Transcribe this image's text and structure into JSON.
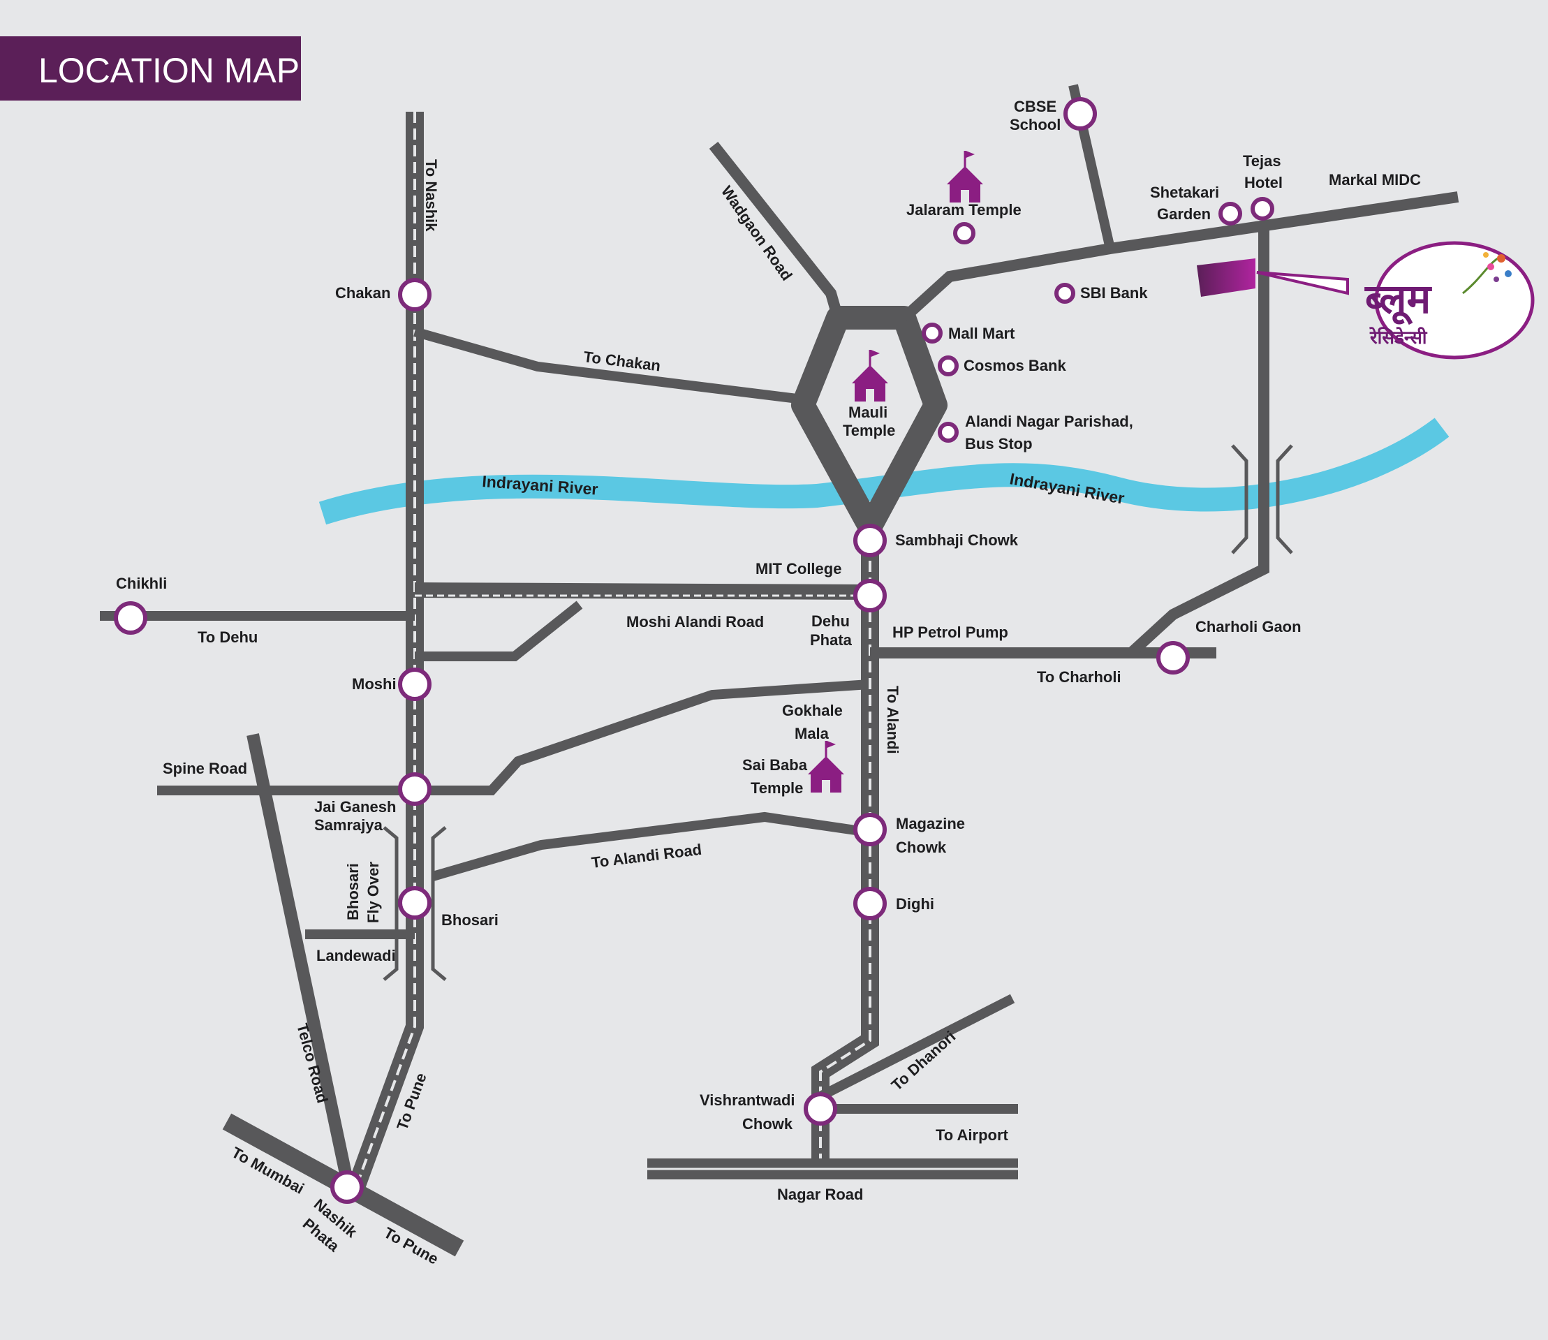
{
  "header": {
    "title": "LOCATION MAP"
  },
  "colors": {
    "background": "#e6e7e9",
    "header_bg": "#5b1f58",
    "road": "#58585a",
    "river": "#5bc8e3",
    "marker_ring": "#7d2a7a",
    "temple": "#8b1e82"
  },
  "river": {
    "label_left": "Indrayani  River",
    "label_right": "Indrayani River"
  },
  "roads": {
    "to_nashik": "To Nashik",
    "wadgaon_road": "Wadgaon Road",
    "to_chakan": "To Chakan",
    "to_dehu": "To Dehu",
    "moshi_alandi_road": "Moshi Alandi Road",
    "to_alandi": "To Alandi",
    "to_charholi": "To Charholi",
    "spine_road": "Spine Road",
    "to_alandi_road": "To Alandi Road",
    "bhosari_flyover_1": "Bhosari",
    "bhosari_flyover_2": "Fly Over",
    "telco_road": "Telco Road",
    "to_pune_vertical": "To Pune",
    "to_mumbai": "To Mumbai",
    "to_pune_diagonal": "To Pune",
    "to_dhanori": "To Dhanori",
    "to_airport": "To Airport",
    "nagar_road": "Nagar Road",
    "markal_midc": "Markal MIDC"
  },
  "places": {
    "cbse_1": "CBSE",
    "cbse_2": "School",
    "jalaram": "Jalaram Temple",
    "shetakari_1": "Shetakari",
    "shetakari_2": "Garden",
    "tejas_1": "Tejas",
    "tejas_2": "Hotel",
    "sbi": "SBI Bank",
    "mall_mart": "Mall Mart",
    "cosmos": "Cosmos Bank",
    "alandi_np_1": "Alandi Nagar Parishad,",
    "alandi_np_2": "Bus Stop",
    "mauli_1": "Mauli",
    "mauli_2": "Temple",
    "chakan": "Chakan",
    "sambhaji": "Sambhaji Chowk",
    "mit": "MIT College",
    "chikhli": "Chikhli",
    "dehu_phata_1": "Dehu",
    "dehu_phata_2": "Phata",
    "hp_pump": "HP Petrol Pump",
    "charholi_gaon": "Charholi Gaon",
    "moshi": "Moshi",
    "gokhale_1": "Gokhale",
    "gokhale_2": "Mala",
    "saibaba_1": "Sai Baba",
    "saibaba_2": "Temple",
    "jai_ganesh_1": "Jai Ganesh",
    "jai_ganesh_2": "Samrajya",
    "magazine_1": "Magazine",
    "magazine_2": "Chowk",
    "bhosari": "Bhosari",
    "dighi": "Dighi",
    "landewadi": "Landewadi",
    "vishrantwadi_1": "Vishrantwadi",
    "vishrantwadi_2": "Chowk",
    "nashik_phata_1": "Nashik",
    "nashik_phata_2": "Phata"
  },
  "project_logo": {
    "text_main": "ब्लूम",
    "text_sub": "रेसिडेन्सी"
  }
}
